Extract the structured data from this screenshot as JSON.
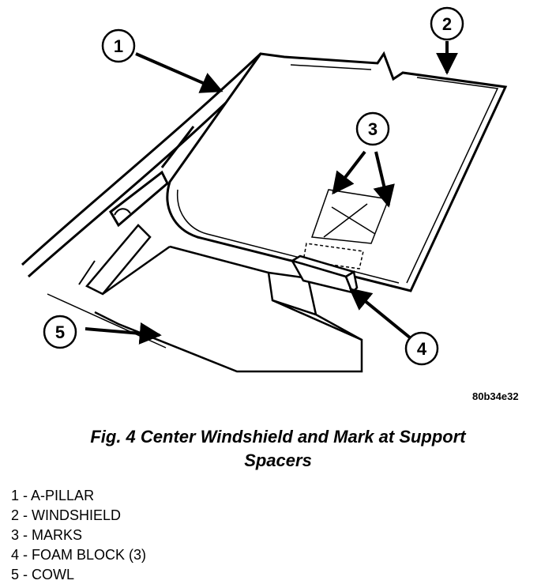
{
  "callouts": [
    {
      "number": "1"
    },
    {
      "number": "2"
    },
    {
      "number": "3"
    },
    {
      "number": "4"
    },
    {
      "number": "5"
    }
  ],
  "figure_code": "80b34e32",
  "caption": {
    "line1": "Fig. 4 Center Windshield and Mark at Support",
    "line2": "Spacers"
  },
  "legend": [
    {
      "number": "1",
      "separator": " - ",
      "label": "A-PILLAR"
    },
    {
      "number": "2",
      "separator": " - ",
      "label": "WINDSHIELD"
    },
    {
      "number": "3",
      "separator": " - ",
      "label": "MARKS"
    },
    {
      "number": "4",
      "separator": " - ",
      "label": "FOAM BLOCK (3)"
    },
    {
      "number": "5",
      "separator": " - ",
      "label": "COWL"
    }
  ]
}
